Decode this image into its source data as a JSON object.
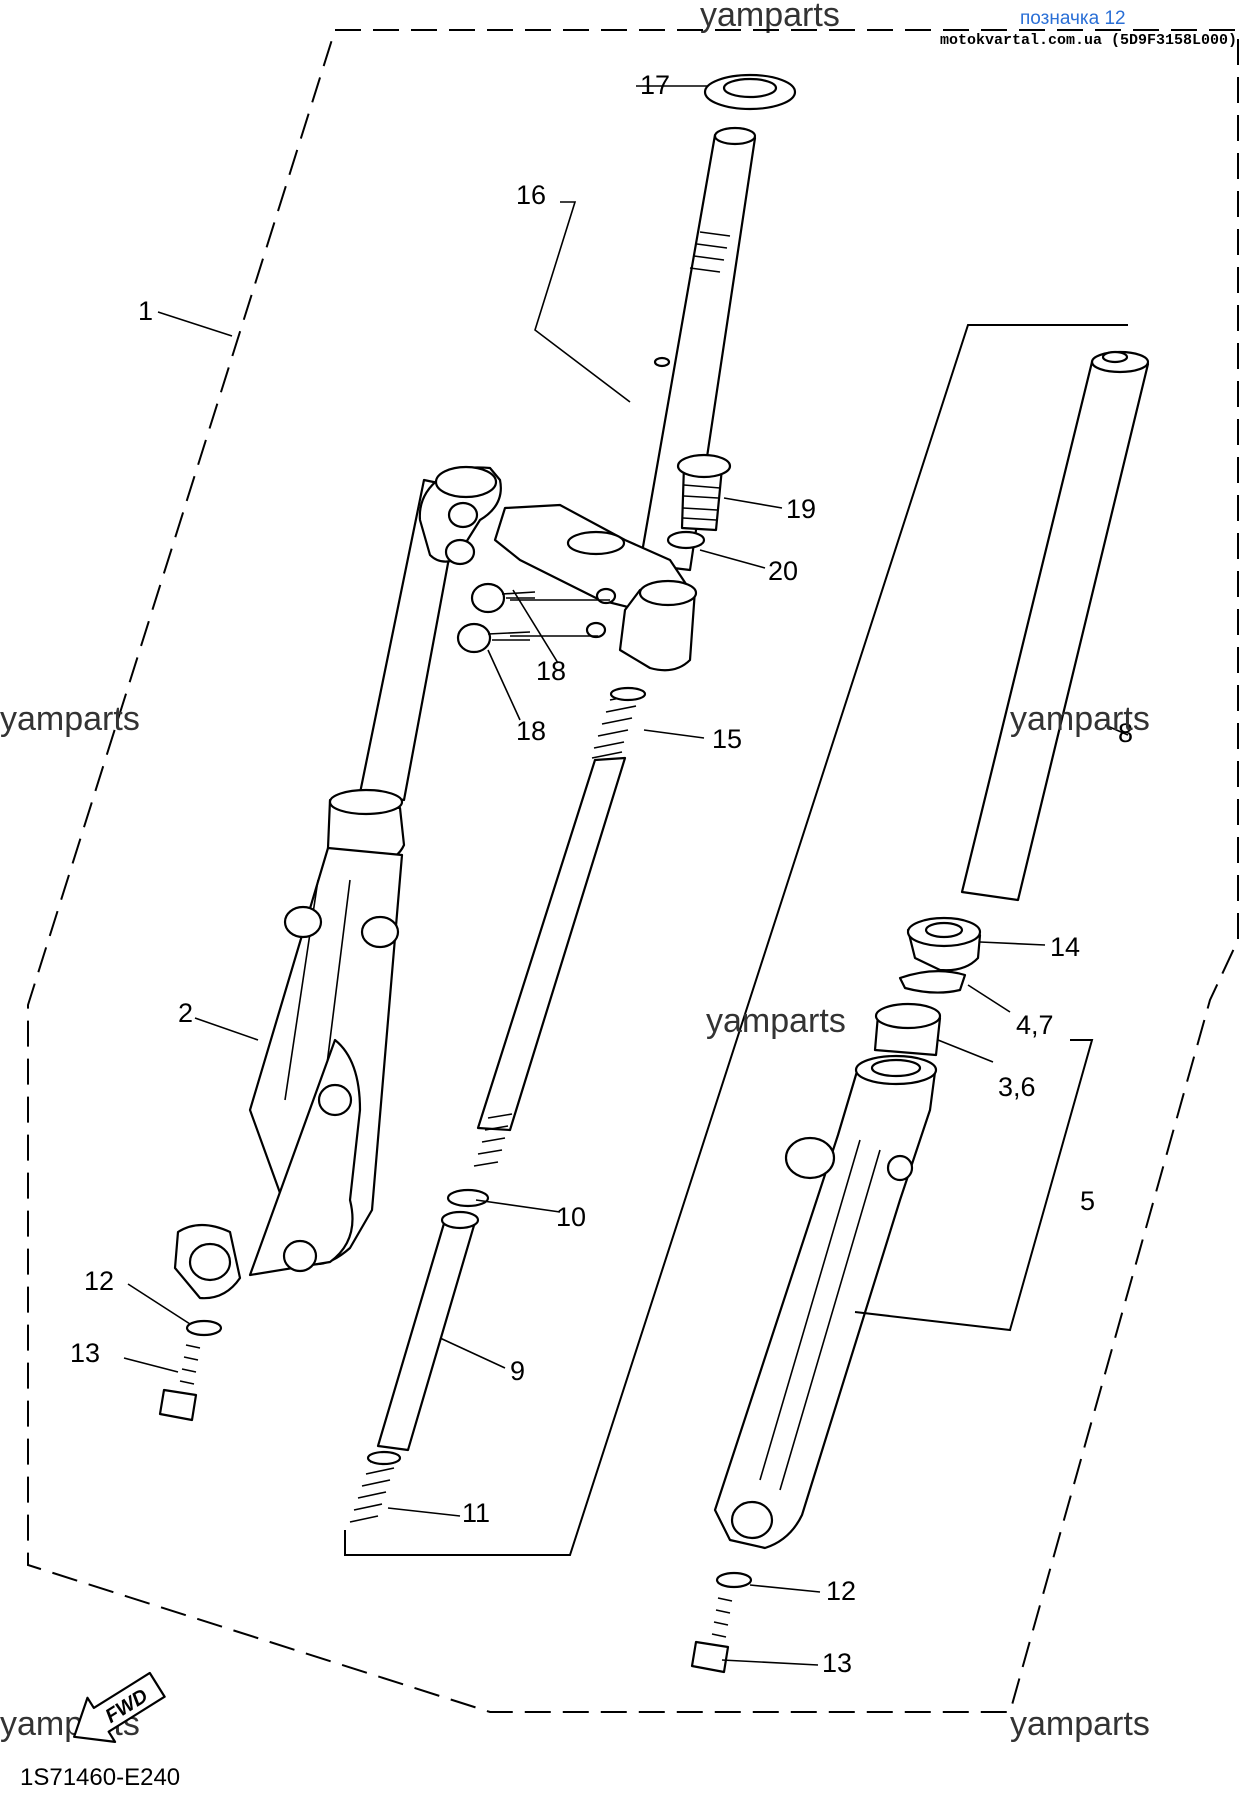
{
  "header": {
    "watermark_top": "yamparts",
    "link_label": "позначка 12",
    "source": "motokvartal.com.ua (5D9F3158L000)"
  },
  "watermarks": [
    "yamparts",
    "yamparts",
    "yamparts",
    "yamparts",
    "yamparts"
  ],
  "callouts": {
    "c1": "1",
    "c2": "2",
    "c3_6": "3,6",
    "c4_7": "4,7",
    "c5": "5",
    "c8": "8",
    "c9": "9",
    "c10": "10",
    "c11": "11",
    "c12a": "12",
    "c12b": "12",
    "c13a": "13",
    "c13b": "13",
    "c14": "14",
    "c15": "15",
    "c16": "16",
    "c17": "17",
    "c18a": "18",
    "c18b": "18",
    "c19": "19",
    "c20": "20"
  },
  "fwd_label": "FWD",
  "diagram_code": "1S71460-E240",
  "icons": [
    "fwd-arrow-icon"
  ]
}
